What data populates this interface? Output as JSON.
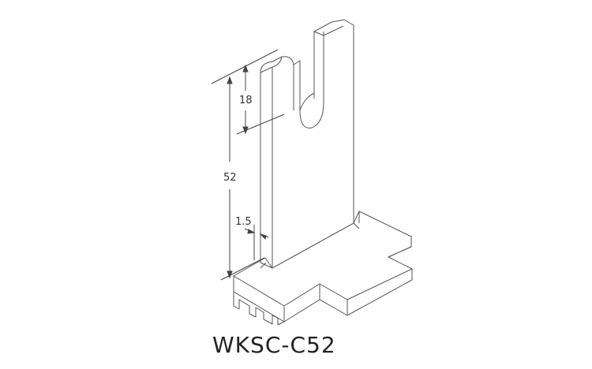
{
  "drawing": {
    "title": "WKSC-C52",
    "dimensions": {
      "prong_slot_depth": "18",
      "total_height": "52",
      "thickness": "1.5"
    },
    "colors": {
      "line": "#555555",
      "background": "#ffffff",
      "text": "#222222"
    }
  }
}
